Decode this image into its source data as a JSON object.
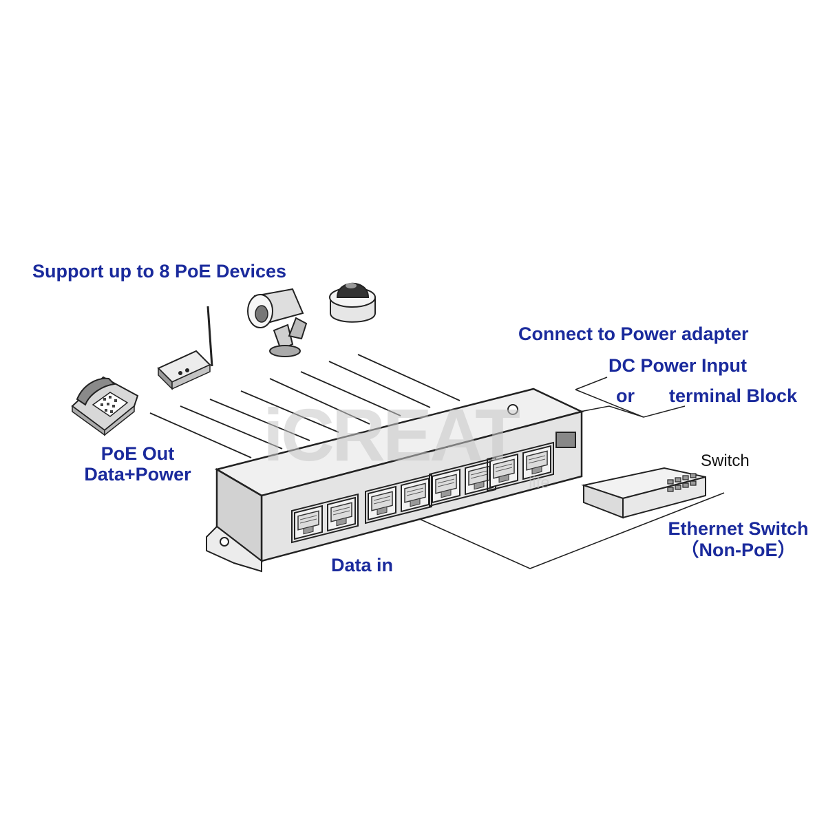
{
  "labels": {
    "support": "Support up to 8 PoE Devices",
    "poe_out_1": "PoE Out",
    "poe_out_2": "Data+Power",
    "connect_power": "Connect to Power adapter",
    "dc_power_input": "DC Power Input",
    "or": "or",
    "terminal_block": "terminal Block",
    "switch_small": "Switch",
    "ethernet_switch_1": "Ethernet Switch",
    "ethernet_switch_2": "（Non-PoE）",
    "data_in": "Data in"
  },
  "watermark": {
    "brand": "iCREAT",
    "tagline": "life"
  },
  "colors": {
    "label": "#1a2a9c",
    "line": "#222222",
    "watermark": "#c8c8c8"
  },
  "icons": [
    "telephone-icon",
    "wireless-ap-icon",
    "bullet-camera-icon",
    "dome-camera-icon",
    "poe-injector-icon",
    "ethernet-switch-icon"
  ]
}
